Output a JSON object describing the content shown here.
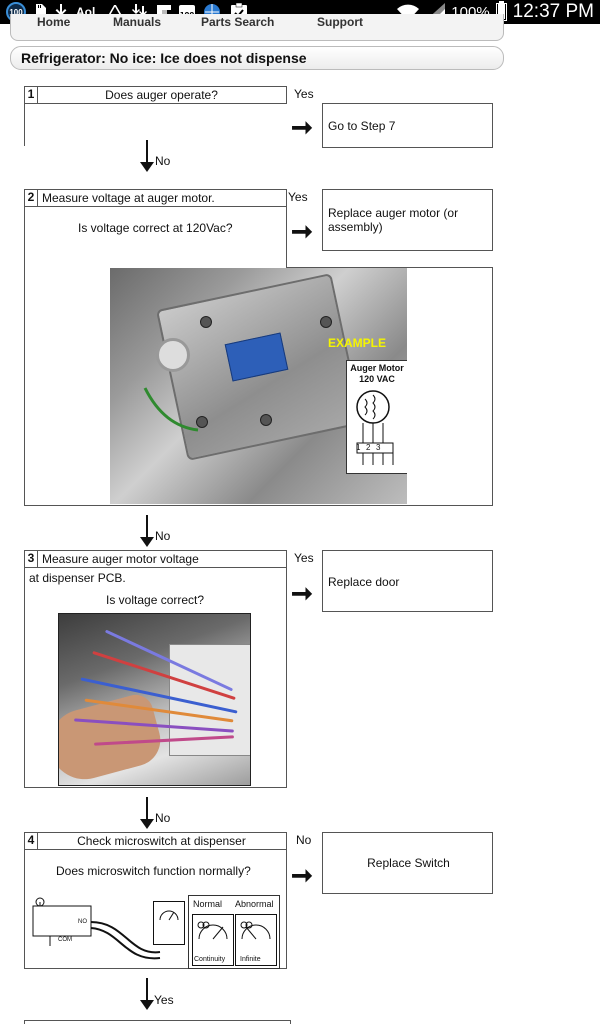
{
  "status_bar": {
    "notif_badge": "100",
    "small_badge": "100",
    "aol": "Aol.",
    "battery": "100%",
    "battery_level": 1.0,
    "time": "12:37 PM"
  },
  "nav": {
    "items": [
      "Home",
      "Manuals",
      "Parts Search",
      "Support"
    ]
  },
  "page": {
    "title": "Refrigerator: No ice: Ice does not dispense"
  },
  "steps": [
    {
      "num": "1",
      "header": "Does auger operate?",
      "body": [],
      "branch_label": "Yes",
      "result": "Go to Step 7",
      "down_label": "No"
    },
    {
      "num": "2",
      "header": "Measure voltage at auger motor.",
      "body": [
        "Is voltage correct at 120Vac?"
      ],
      "branch_label": "Yes",
      "result": "Replace auger motor (or assembly)",
      "photo_example": "EXAMPLE",
      "schematic_title": "Auger Motor",
      "schematic_voltage": "120 VAC",
      "schematic_pins": [
        "1",
        "2",
        "3"
      ],
      "down_label": "No"
    },
    {
      "num": "3",
      "header": "Measure auger motor voltage",
      "body": [
        "at dispenser PCB.",
        "Is voltage correct?"
      ],
      "branch_label": "Yes",
      "result": "Replace door",
      "down_label": "No"
    },
    {
      "num": "4",
      "header": "Check microswitch at dispenser",
      "body": [
        "Does microswitch function normally?"
      ],
      "branch_label": "No",
      "result": "Replace Switch",
      "switch_labels": [
        "NO",
        "COM"
      ],
      "meter_headers": [
        "Normal",
        "Abnormal"
      ],
      "meter_values": [
        "Continuity",
        "Infinite"
      ],
      "down_label": "Yes"
    }
  ]
}
